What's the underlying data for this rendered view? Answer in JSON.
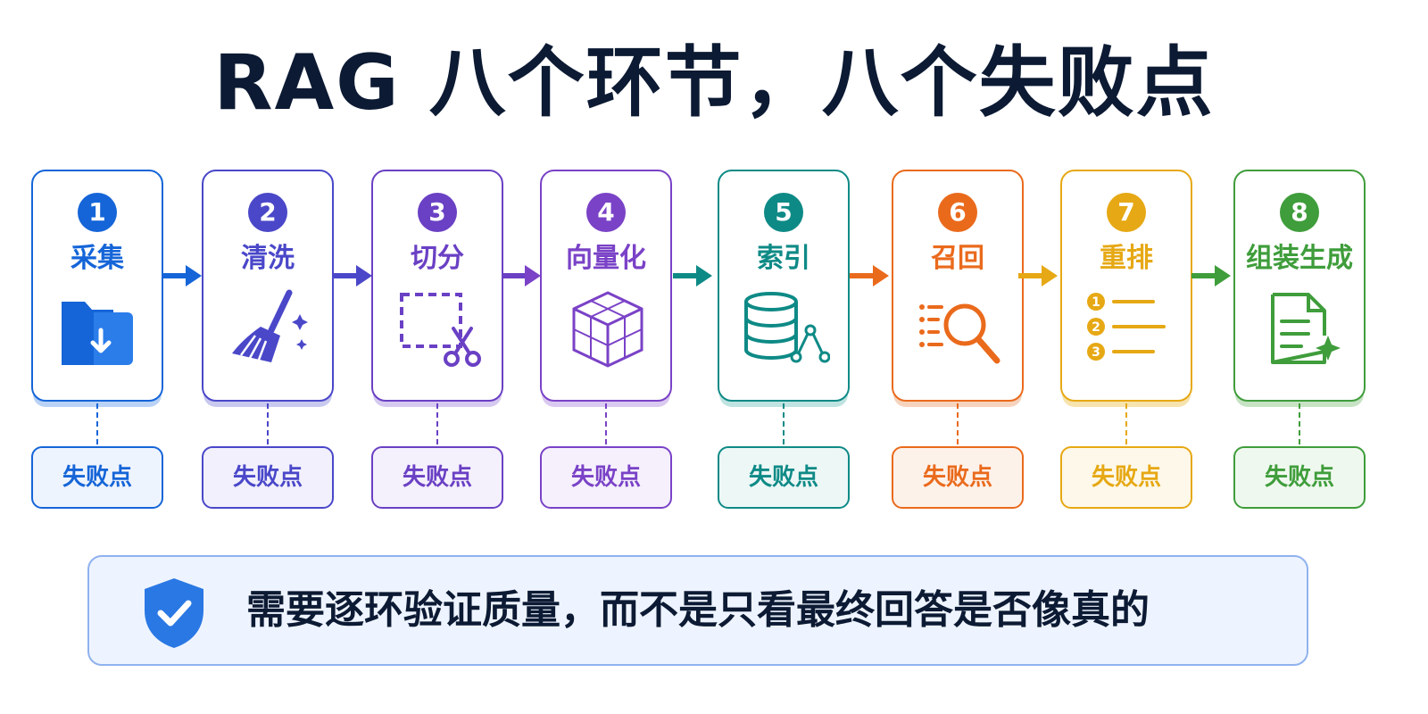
{
  "title": "RAG 八个环节，八个失败点",
  "stages": [
    {
      "num": "1",
      "name": "采集",
      "fail_label": "失败点",
      "color": "#1565d8",
      "icon": "folder-download-icon"
    },
    {
      "num": "2",
      "name": "清洗",
      "fail_label": "失败点",
      "color": "#4a47c9",
      "icon": "broom-sparkle-icon"
    },
    {
      "num": "3",
      "name": "切分",
      "fail_label": "失败点",
      "color": "#6a40c4",
      "icon": "scissors-icon"
    },
    {
      "num": "4",
      "name": "向量化",
      "fail_label": "失败点",
      "color": "#7a42c7",
      "icon": "cube-icon"
    },
    {
      "num": "5",
      "name": "索引",
      "fail_label": "失败点",
      "color": "#0e8a86",
      "icon": "database-icon"
    },
    {
      "num": "6",
      "name": "召回",
      "fail_label": "失败点",
      "color": "#ea6a1c",
      "icon": "search-list-icon"
    },
    {
      "num": "7",
      "name": "重排",
      "fail_label": "失败点",
      "color": "#e6a814",
      "icon": "ranked-list-icon"
    },
    {
      "num": "8",
      "name": "组装生成",
      "fail_label": "失败点",
      "color": "#3f9d3b",
      "icon": "document-sparkle-icon"
    }
  ],
  "banner": {
    "text": "需要逐环验证质量，而不是只看最终回答是否像真的",
    "icon": "shield-check-icon",
    "color": "#2a78e4"
  }
}
